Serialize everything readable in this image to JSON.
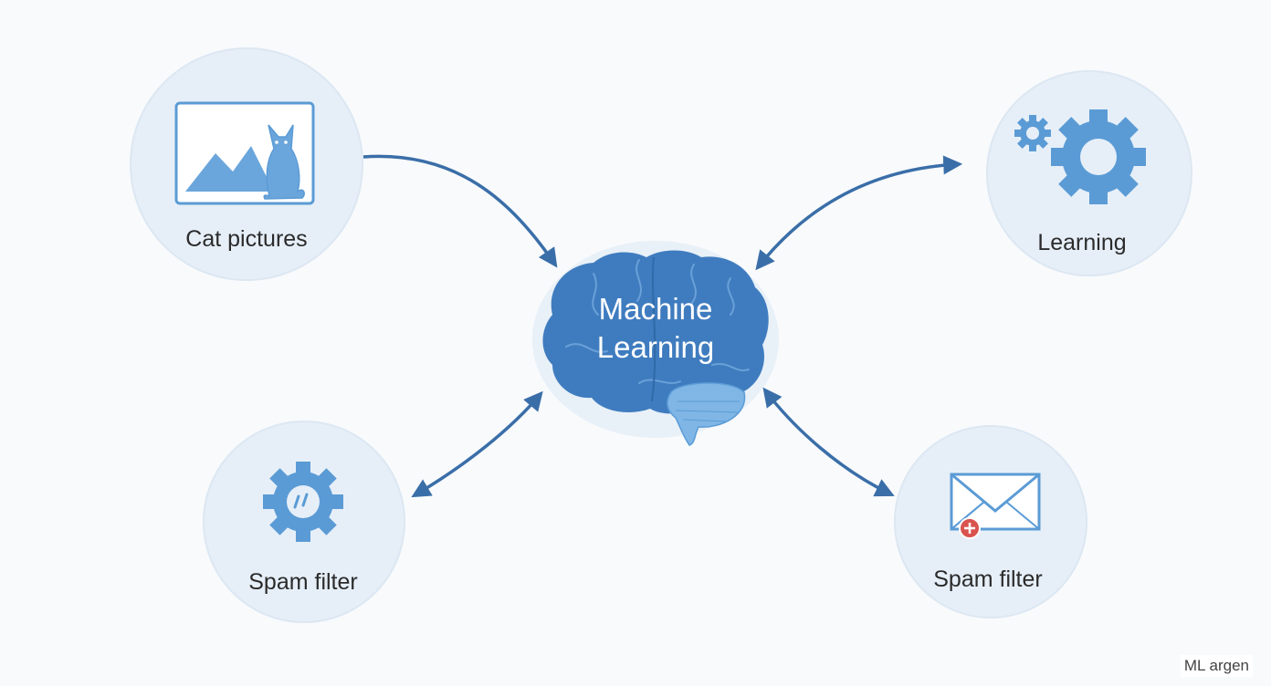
{
  "colors": {
    "background": "#f8fafc",
    "circle_fill": "#e6eff8",
    "circle_stroke": "#d6e3f0",
    "icon_blue": "#5b9bd5",
    "brain_blue": "#3f7cbf",
    "arrow_blue": "#3a6ea8",
    "badge_red": "#d9534f"
  },
  "center": {
    "label_line1": "Machine",
    "label_line2": "Learning",
    "icon": "brain-icon"
  },
  "nodes": [
    {
      "id": "cat-pictures",
      "label": "Cat pictures",
      "icon": "cat-picture-icon",
      "arrow": "to-center"
    },
    {
      "id": "learning",
      "label": "Learning",
      "icon": "gears-icon",
      "arrow": "bidirectional"
    },
    {
      "id": "spam-filter-left",
      "label": "Spam filter",
      "icon": "gear-icon",
      "arrow": "bidirectional"
    },
    {
      "id": "spam-filter-right",
      "label": "Spam filter",
      "icon": "envelope-icon",
      "arrow": "bidirectional"
    }
  ],
  "watermark": "ML argen"
}
